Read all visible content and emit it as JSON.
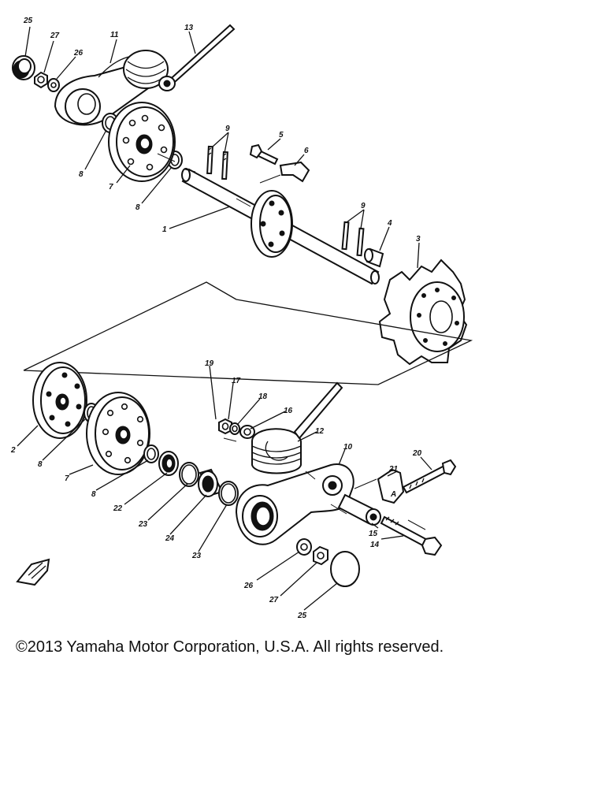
{
  "diagram": {
    "callouts": [
      "25",
      "27",
      "26",
      "11",
      "13",
      "8",
      "7",
      "8",
      "9",
      "5",
      "6",
      "1",
      "9",
      "4",
      "3",
      "2",
      "8",
      "7",
      "8",
      "19",
      "17",
      "18",
      "16",
      "12",
      "10",
      "20",
      "21",
      "22",
      "23",
      "24",
      "23",
      "15",
      "14",
      "26",
      "27",
      "25"
    ],
    "insert_letter": "A"
  },
  "footer": {
    "copyright": "©2013 Yamaha Motor Corporation, U.S.A. All rights reserved."
  }
}
